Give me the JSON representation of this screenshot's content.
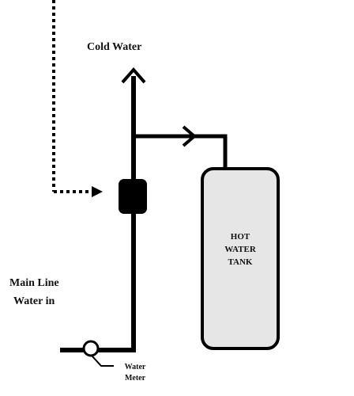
{
  "labels": {
    "cold_water": "Cold Water",
    "main_line_line1": "Main Line",
    "main_line_line2": "Water in",
    "tank_line1": "HOT",
    "tank_line2": "WATER",
    "tank_line3": "TANK",
    "meter_line1": "Water",
    "meter_line2": "Meter"
  },
  "colors": {
    "pipe": "#000000",
    "tank_fill": "#e6e6e6",
    "tank_stroke": "#000000",
    "device_fill": "#000000",
    "text": "#111111"
  }
}
